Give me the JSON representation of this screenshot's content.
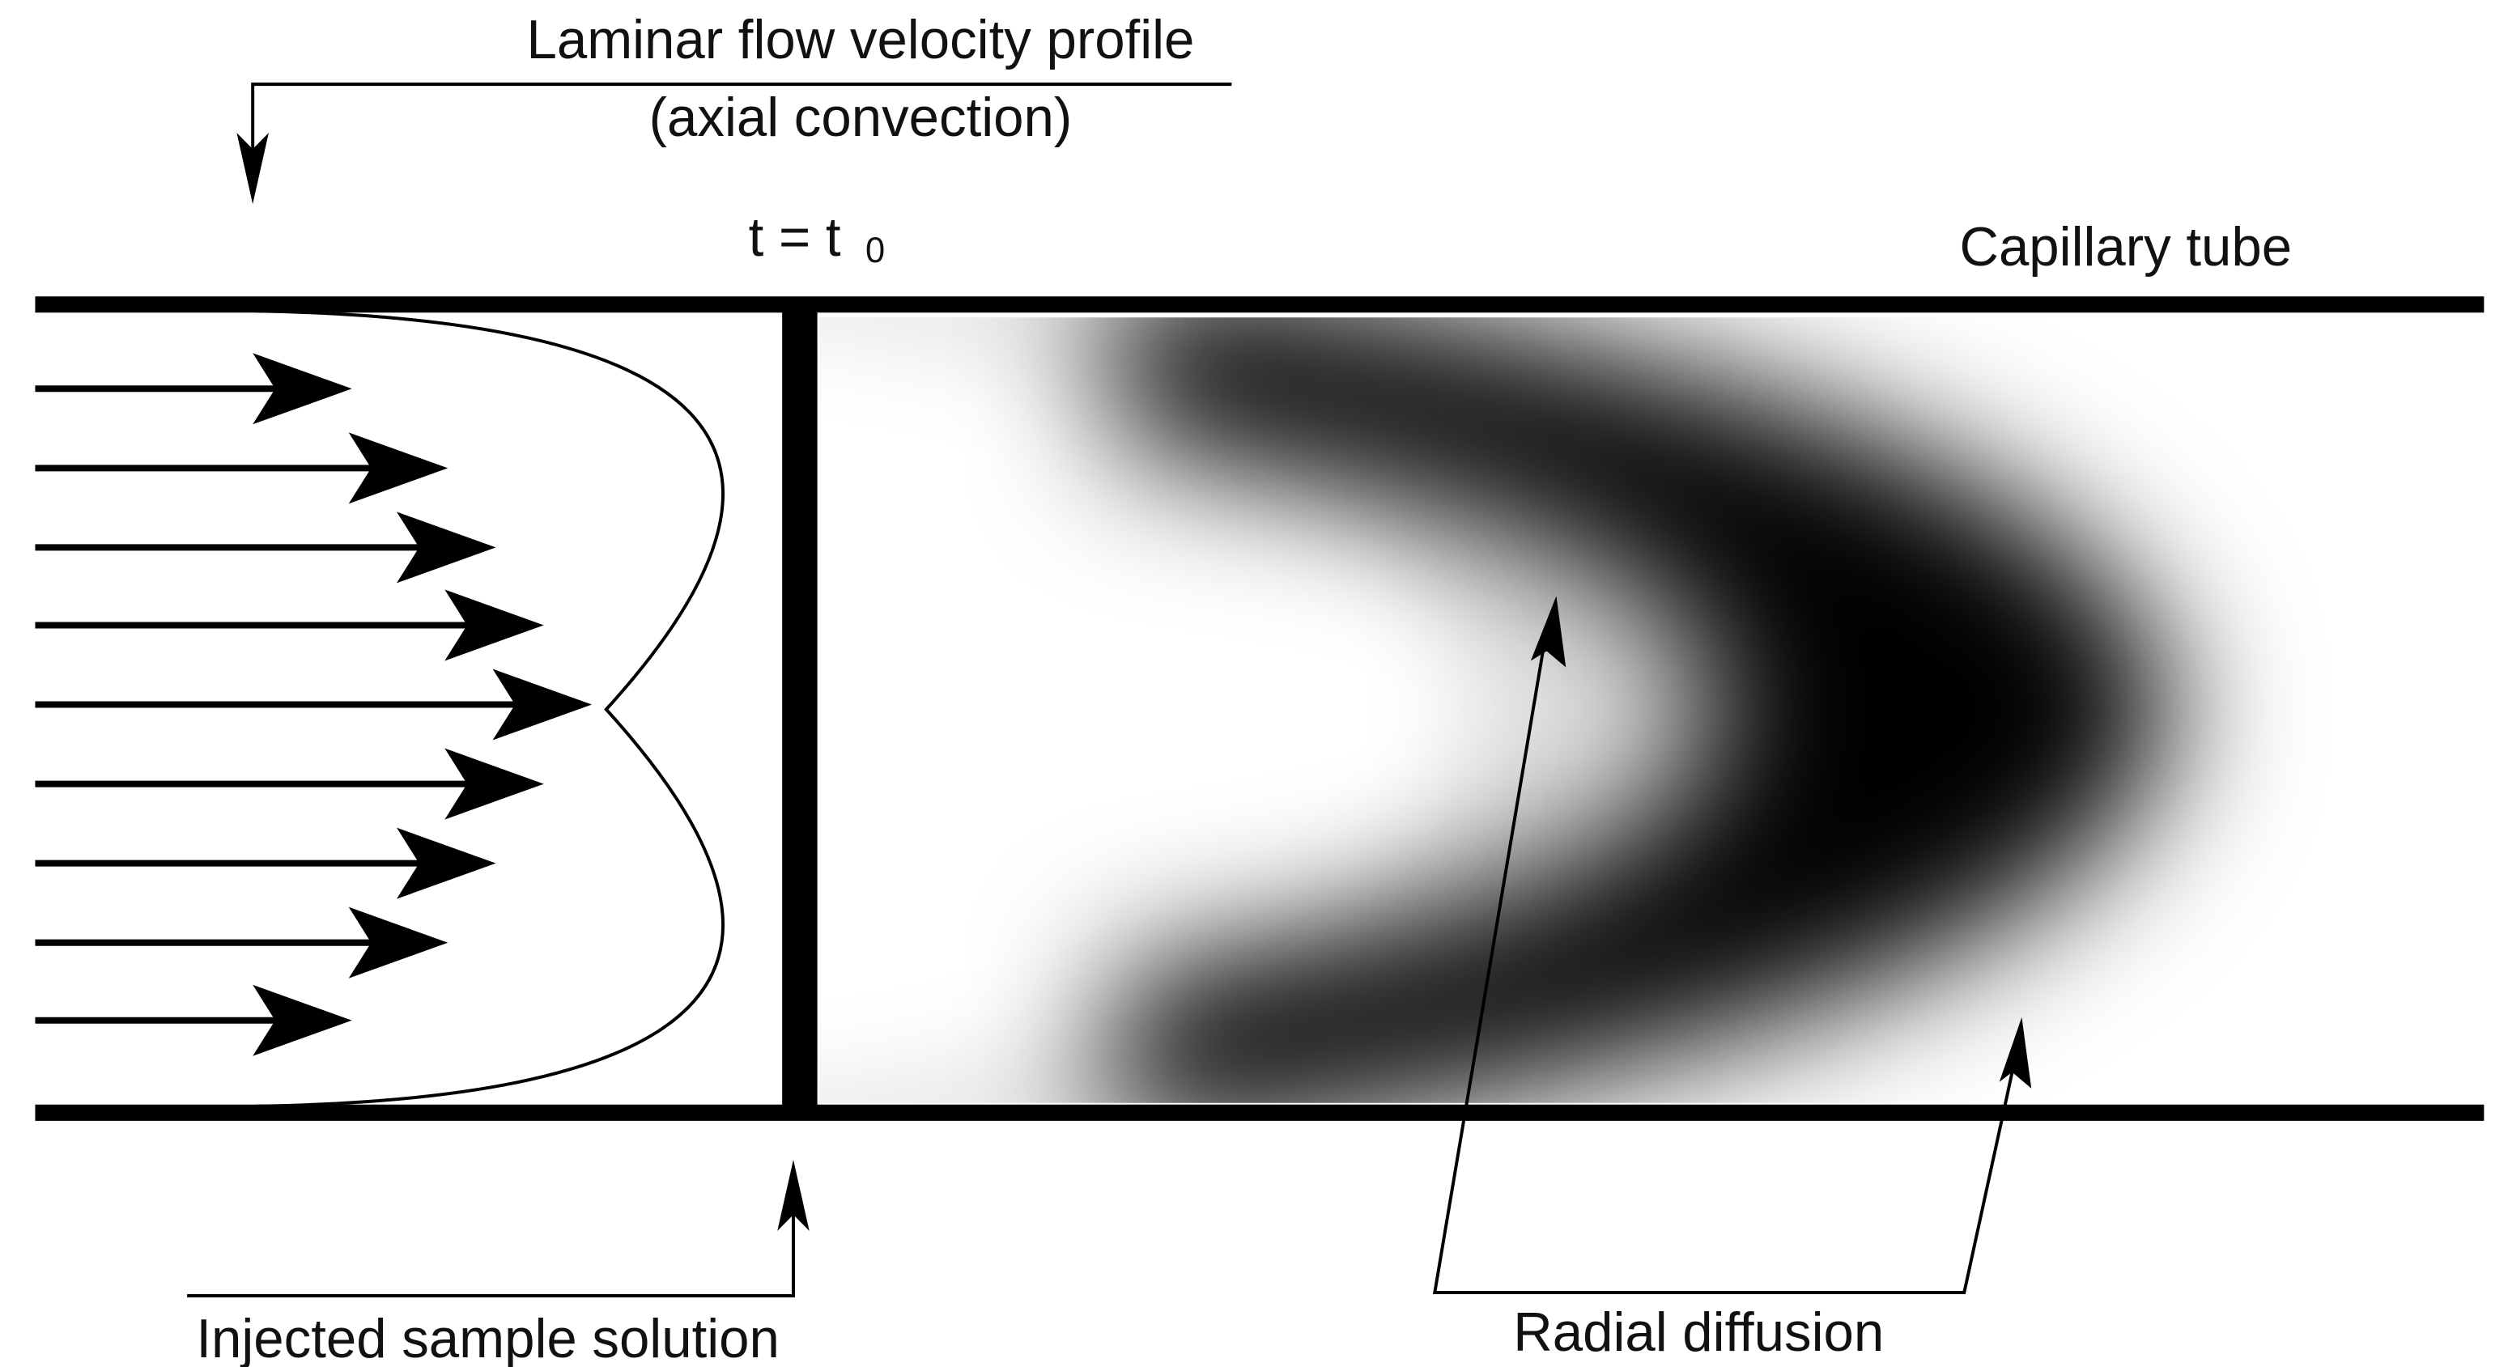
{
  "labels": {
    "velocity_profile_line1": "Laminar flow velocity profile",
    "velocity_profile_line2": "(axial convection)",
    "time_marker": "t = t",
    "time_marker_subscript": "0",
    "capillary_tube": "Capillary tube",
    "injected_sample": "Injected sample solution",
    "radial_diffusion": "Radial diffusion"
  },
  "colors": {
    "ink": "#000000",
    "background": "#ffffff",
    "sample_dark": "#000000"
  }
}
